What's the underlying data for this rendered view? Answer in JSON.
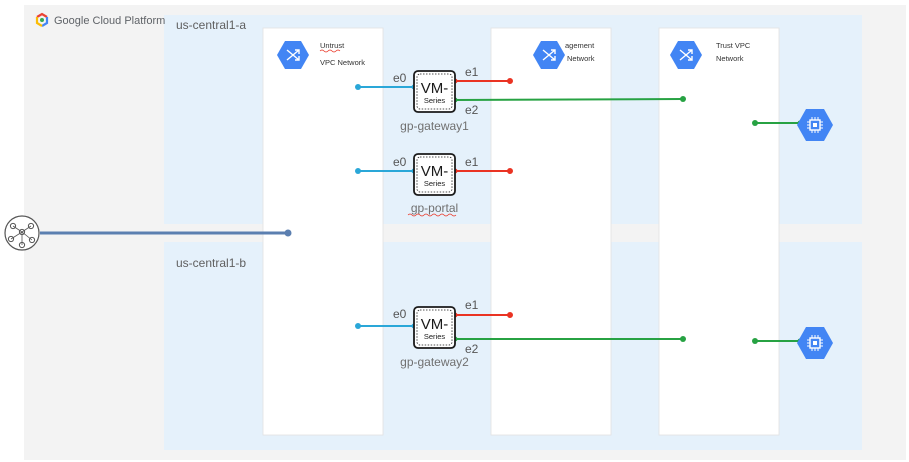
{
  "brand": {
    "logo_text": "Google Cloud Platform"
  },
  "zones": [
    {
      "label": "us-central1-a"
    },
    {
      "label": "us-central1-b"
    }
  ],
  "networks": {
    "untrust": {
      "line1": "Untrust",
      "line2": "VPC Network"
    },
    "management": {
      "line1": "agement",
      "line2": "Network"
    },
    "trust": {
      "line1": "Trust VPC",
      "line2": "Network"
    }
  },
  "firewalls": [
    {
      "title": "VM-",
      "subtitle": "Series",
      "name": "gp-gateway1",
      "ports": [
        "e0",
        "e1",
        "e2"
      ]
    },
    {
      "title": "VM-",
      "subtitle": "Series",
      "name": "gp-portal",
      "ports": [
        "e0",
        "e1"
      ]
    },
    {
      "title": "VM-",
      "subtitle": "Series",
      "name": "gp-gateway2",
      "ports": [
        "e0",
        "e1",
        "e2"
      ]
    }
  ],
  "colors": {
    "platform_bg": "#f3f3f3",
    "zone_bg": "#e5f1fb",
    "vpc_bg": "#ffffff",
    "hex_blue": "#4285f4",
    "untrust_link": "#2aa7d8",
    "mgmt_link": "#ea3323",
    "trust_link": "#27a243",
    "internet_link": "#5b7fb0"
  },
  "icons": {
    "network": "network-arrows-icon",
    "compute": "compute-chip-icon",
    "internet": "internet-globe-icon",
    "logo": "gcp-hexagon-logo-icon"
  }
}
